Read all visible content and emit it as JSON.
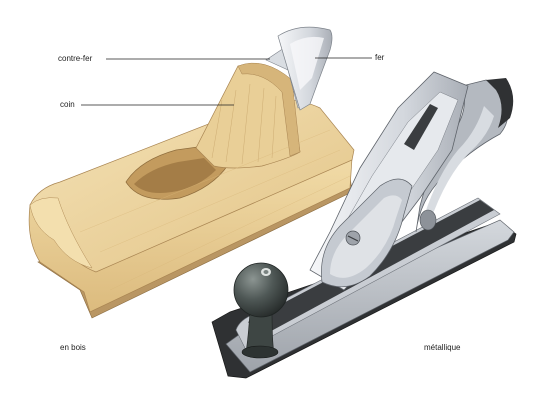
{
  "labels": {
    "contre_fer": "contre-fer",
    "fer": "fer",
    "coin": "coin",
    "en_bois": "en bois",
    "metallique": "métallique"
  },
  "icons": [
    "wooden-plane-icon",
    "metal-plane-icon"
  ],
  "colors": {
    "wood_light": "#efd9a6",
    "wood_mid": "#e3c386",
    "wood_shadow": "#c9a369",
    "wood_sole": "#b99663",
    "blade_light": "#eef0f3",
    "blade_mid": "#c7ccd3",
    "metal_body": "#b7bcc3",
    "metal_dark": "#2f3133",
    "knob": "#4a5250",
    "leader": "#222222"
  }
}
